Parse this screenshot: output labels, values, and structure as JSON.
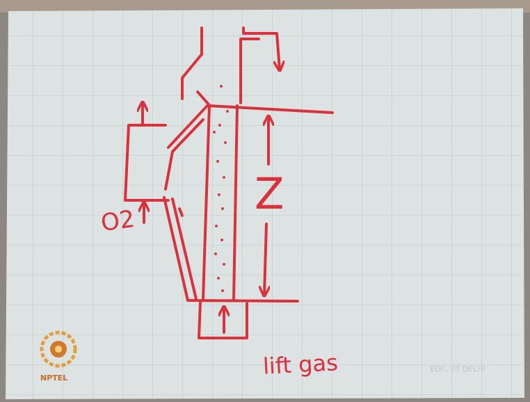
{
  "diagram": {
    "labels": [
      "O2",
      "Z",
      "lift gas",
      "NPTEL",
      "EDC, IIT DELHI"
    ]
  }
}
